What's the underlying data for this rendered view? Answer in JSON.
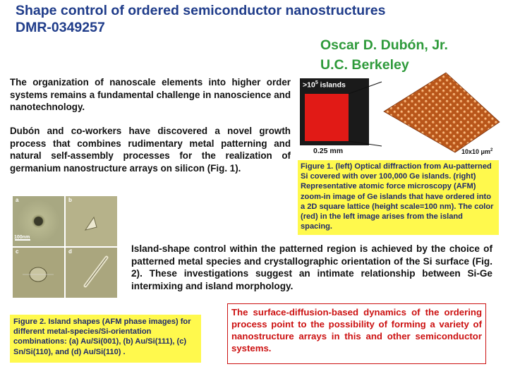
{
  "header": {
    "title": "Shape control of ordered semiconductor nanostructures",
    "grant": "DMR-0349257",
    "author_name": "Oscar D. Dubón, Jr.",
    "author_affiliation": "U.C. Berkeley"
  },
  "body": {
    "para1": "The organization of nanoscale elements into higher order systems remains a fundamental challenge in nanoscience and nanotechnology.",
    "para2": "Dubón and co-workers have discovered a novel growth process that combines rudimentary metal patterning and natural self-assembly processes for the realization of germanium nanostructure arrays on silicon (Fig. 1).",
    "para3": "Island-shape control within the patterned region is achieved by the choice of patterned metal species and crystallographic orientation of the Si surface (Fig. 2).  These investigations suggest an intimate relationship between Si-Ge intermixing and island morphology."
  },
  "figure1": {
    "optical_label_prefix": ">10",
    "optical_label_sup": "5",
    "optical_label_suffix": " islands",
    "optical_scale": "0.25 mm",
    "afm_scale": "10x10 μm",
    "afm_scale_sup": "2",
    "caption": "Figure 1.  (left) Optical diffraction from  Au-patterned Si covered with over 100,000 Ge islands.  (right) Representative atomic force microscopy (AFM) zoom-in image of Ge islands that have ordered into a 2D square lattice (height scale=100 nm).  The color (red) in the left image arises from the island spacing."
  },
  "figure2": {
    "panel_labels": [
      "a",
      "b",
      "c",
      "d"
    ],
    "scale_label": "100nm",
    "caption": "Figure 2.  Island shapes (AFM phase images) for different metal-species/Si-orientation combinations:  (a) Au/Si(001),  (b) Au/Si(111), (c) Sn/Si(110),  and (d) Au/Si(110) ."
  },
  "conclusion": "The surface-diffusion-based dynamics of the ordering process point to the possibility of forming a variety of nanostructure arrays in this and other semiconductor systems.",
  "colors": {
    "title": "#1f3c8a",
    "author": "#2e9a3a",
    "caption_bg": "#fff94d",
    "conclusion": "#cc1111",
    "optical_red": "#e11a16",
    "afm_orange": "#c8621e"
  }
}
